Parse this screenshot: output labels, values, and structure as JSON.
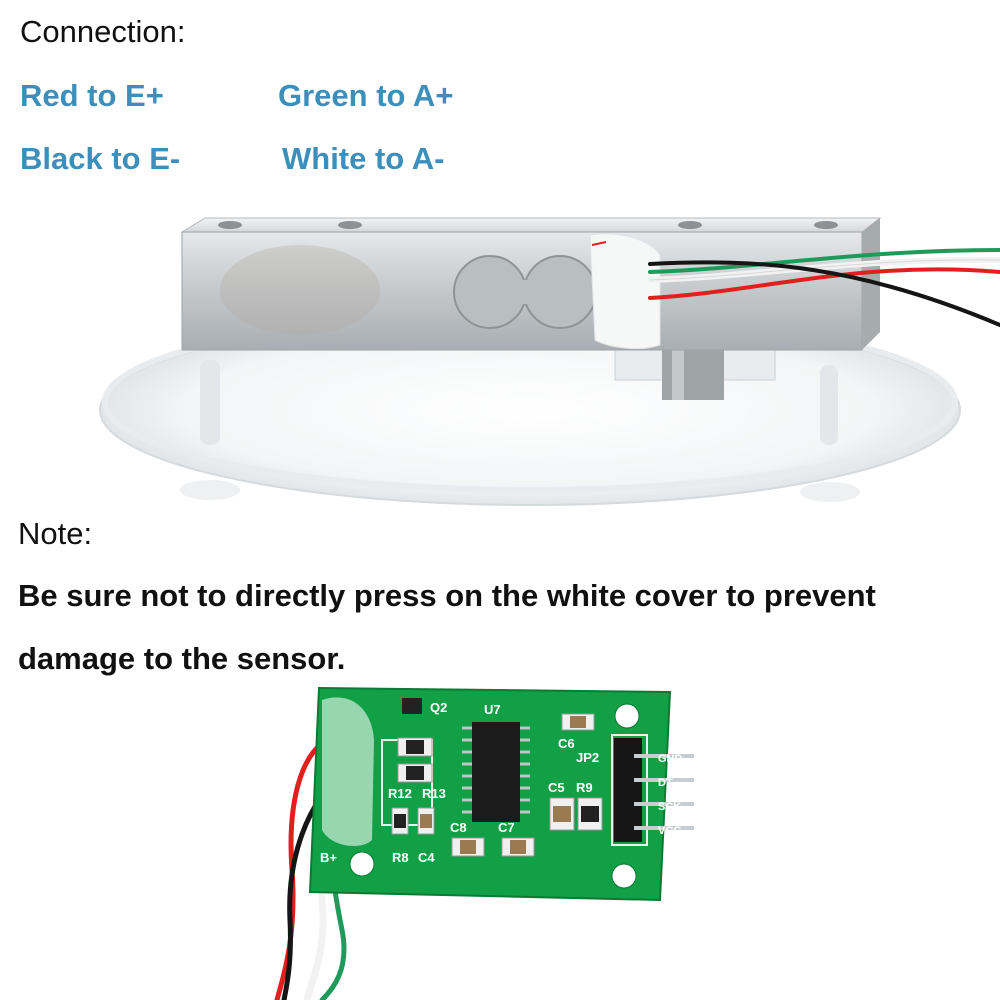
{
  "connection": {
    "heading": "Connection:",
    "pairs": [
      {
        "text": "Red to E+"
      },
      {
        "text": "Green to A+"
      },
      {
        "text": "Black to E-"
      },
      {
        "text": "White to A-"
      }
    ],
    "text_color": "#3c8fba"
  },
  "note": {
    "heading": "Note:",
    "line1": "Be sure not to directly press on the white cover to prevent",
    "line2": "damage to the sensor."
  },
  "board_labels": {
    "q2": "Q2",
    "u7": "U7",
    "c6": "C6",
    "jp2": "JP2",
    "r12": "R12",
    "r13": "R13",
    "c5": "C5",
    "r9": "R9",
    "c8": "C8",
    "c7": "C7",
    "bplus": "B+",
    "r8": "R8",
    "c4": "C4",
    "gnd": "GND",
    "dt": "DT",
    "sck": "SCK",
    "vcc": "VCC"
  },
  "colors": {
    "pcb_green": "#12a046",
    "wire_red": "#e0201c",
    "wire_green": "#1f9a5a",
    "wire_black": "#151515",
    "wire_white": "#f2f2f2",
    "aluminum": "#c9cdd0"
  }
}
